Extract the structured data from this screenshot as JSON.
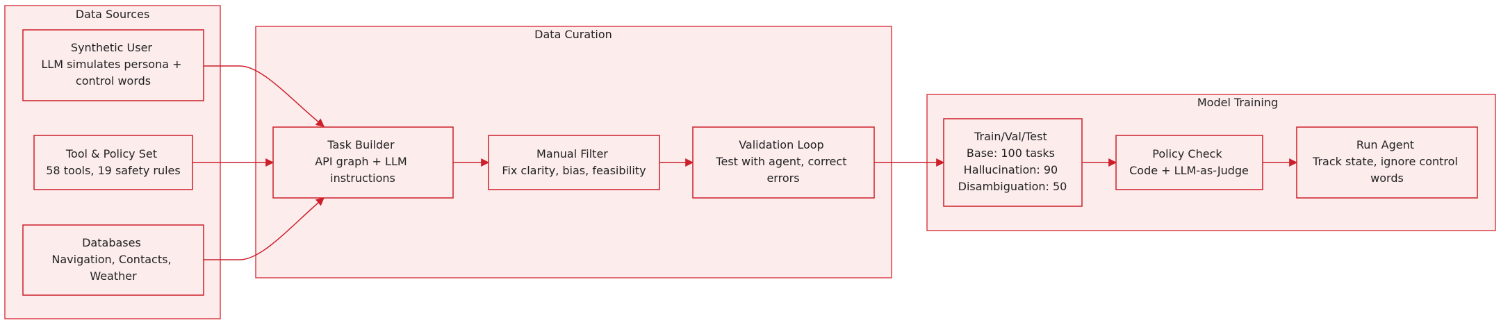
{
  "colors": {
    "fill": "#fcecec",
    "stroke": "#cc1f2a",
    "text": "#222222"
  },
  "clusters": {
    "data_sources": {
      "title": "Data Sources"
    },
    "data_curation": {
      "title": "Data Curation"
    },
    "model_training": {
      "title": "Model Training"
    }
  },
  "nodes": {
    "synthetic_user": {
      "lines": [
        "Synthetic User",
        "LLM simulates persona +",
        "control words"
      ]
    },
    "tool_policy_set": {
      "lines": [
        "Tool & Policy Set",
        "58 tools, 19 safety rules"
      ]
    },
    "databases": {
      "lines": [
        "Databases",
        "Navigation, Contacts,",
        "Weather"
      ]
    },
    "task_builder": {
      "lines": [
        "Task Builder",
        "API graph + LLM",
        "instructions"
      ]
    },
    "manual_filter": {
      "lines": [
        "Manual Filter",
        "Fix clarity, bias, feasibility"
      ]
    },
    "validation_loop": {
      "lines": [
        "Validation Loop",
        "Test with agent, correct",
        "errors"
      ]
    },
    "train_val_test": {
      "lines": [
        "Train/Val/Test",
        "Base: 100 tasks",
        "Hallucination: 90",
        "Disambiguation: 50"
      ]
    },
    "policy_check": {
      "lines": [
        "Policy Check",
        "Code + LLM-as-Judge"
      ]
    },
    "run_agent": {
      "lines": [
        "Run Agent",
        "Track state, ignore control",
        "words"
      ]
    }
  },
  "edges": [
    {
      "from": "synthetic_user",
      "to": "task_builder"
    },
    {
      "from": "tool_policy_set",
      "to": "task_builder"
    },
    {
      "from": "databases",
      "to": "task_builder"
    },
    {
      "from": "task_builder",
      "to": "manual_filter"
    },
    {
      "from": "manual_filter",
      "to": "validation_loop"
    },
    {
      "from": "validation_loop",
      "to": "train_val_test"
    },
    {
      "from": "train_val_test",
      "to": "policy_check"
    },
    {
      "from": "policy_check",
      "to": "run_agent"
    }
  ]
}
